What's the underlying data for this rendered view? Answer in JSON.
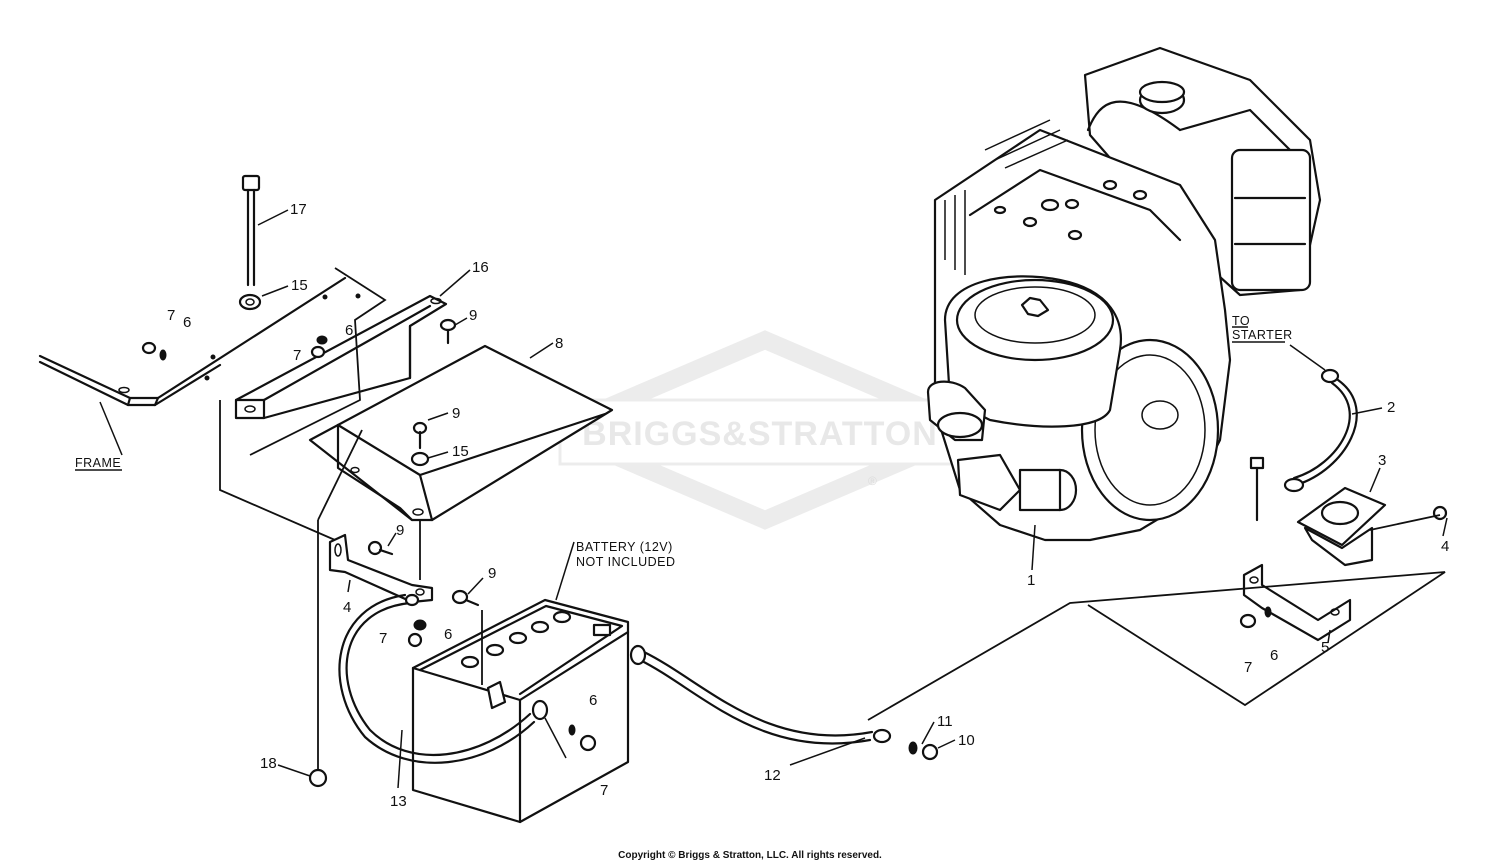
{
  "watermark": {
    "text": "BRIGGS&STRATTON",
    "mark": "®"
  },
  "labels": {
    "frame": "FRAME",
    "to_starter_line1": "TO",
    "to_starter_line2": "STARTER",
    "battery_line1": "BATTERY (12V)",
    "battery_line2": "NOT INCLUDED"
  },
  "callouts": {
    "c1": "1",
    "c2": "2",
    "c3": "3",
    "c4": "4",
    "c4b": "4",
    "c5": "5",
    "c6a": "6",
    "c6b": "6",
    "c6c": "6",
    "c6d": "6",
    "c6e": "6",
    "c7a": "7",
    "c7b": "7",
    "c7c": "7",
    "c7d": "7",
    "c7e": "7",
    "c8": "8",
    "c9a": "9",
    "c9b": "9",
    "c9c": "9",
    "c9d": "9",
    "c10": "10",
    "c11": "11",
    "c12": "12",
    "c13": "13",
    "c15a": "15",
    "c15b": "15",
    "c16": "16",
    "c17": "17",
    "c18": "18"
  },
  "copyright": "Copyright © Briggs & Stratton, LLC. All rights reserved."
}
